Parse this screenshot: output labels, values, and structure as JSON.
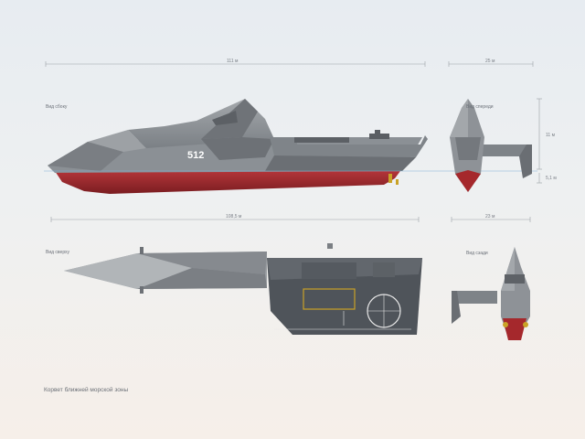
{
  "views": {
    "side": "Вид сбоку",
    "front": "Вид спереди",
    "top": "Вид сверху",
    "rear": "Вид сзади"
  },
  "dimensions": {
    "length_top": "111 м",
    "width_front": "25 м",
    "height_front": "11 м",
    "draft_front": "5,1 м",
    "length_bottom": "108,5 м",
    "width_bottom": "23 м"
  },
  "hull_number": "512",
  "caption": "Корвет ближней морской зоны",
  "colors": {
    "hull_grey": "#8e9297",
    "hull_dark": "#5e6267",
    "deck": "#4f545a",
    "waterline_red": "#a0272b",
    "helipad_marking": "#e8e8e8",
    "hangar_outline": "#c9a227",
    "dimension_line": "#9aa0a6",
    "waterline_blue": "#7fb2d6"
  }
}
